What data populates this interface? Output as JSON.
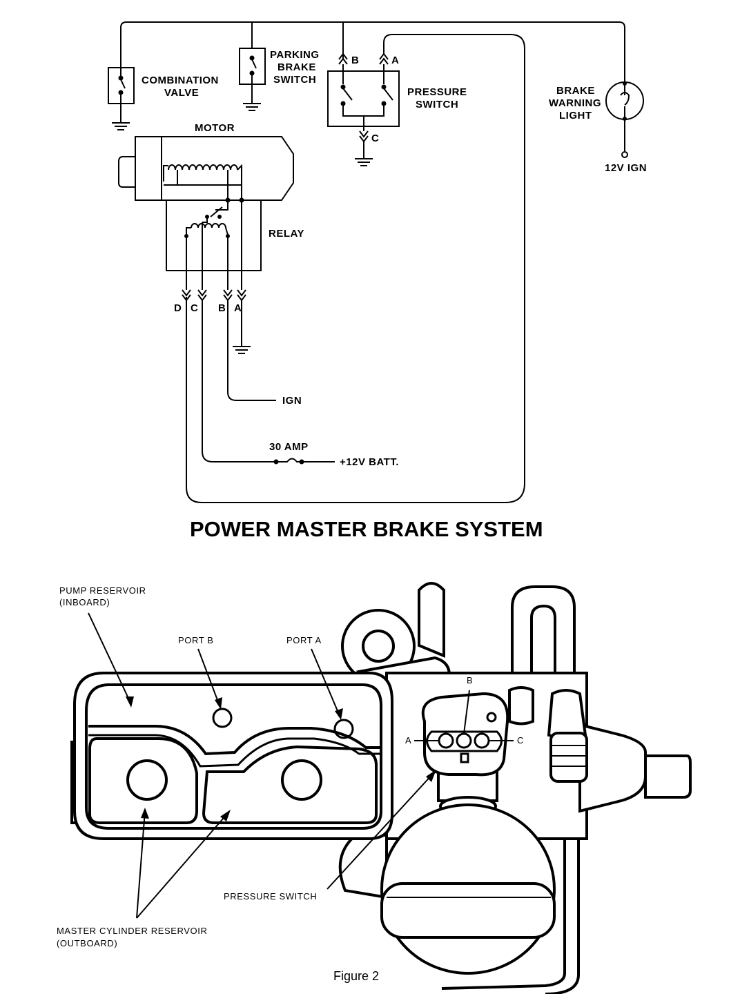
{
  "schematic": {
    "combination_valve": [
      "COMBINATION",
      "VALVE"
    ],
    "parking_brake_switch": [
      "PARKING",
      "BRAKE",
      "SWITCH"
    ],
    "pressure_switch": [
      "PRESSURE",
      "SWITCH"
    ],
    "brake_warning_light": [
      "BRAKE",
      "WARNING",
      "LIGHT"
    ],
    "ign_12v": "12V IGN",
    "motor": "MOTOR",
    "relay": "RELAY",
    "terminal_b": "B",
    "terminal_a": "A",
    "terminal_c": "C",
    "connector_pins": [
      "D",
      "C",
      "B",
      "A"
    ],
    "ign": "IGN",
    "fuse": "30 AMP",
    "battery": "+12V BATT."
  },
  "title": "POWER MASTER BRAKE SYSTEM",
  "figure": {
    "pump_reservoir": [
      "PUMP RESERVOIR",
      "(INBOARD)"
    ],
    "port_b": "PORT B",
    "port_a": "PORT A",
    "pin_a": "A",
    "pin_b": "B",
    "pin_c": "C",
    "pressure_switch": "PRESSURE SWITCH",
    "master_cylinder_reservoir": [
      "MASTER CYLINDER RESERVOIR",
      "(OUTBOARD)"
    ],
    "caption": "Figure 2"
  }
}
